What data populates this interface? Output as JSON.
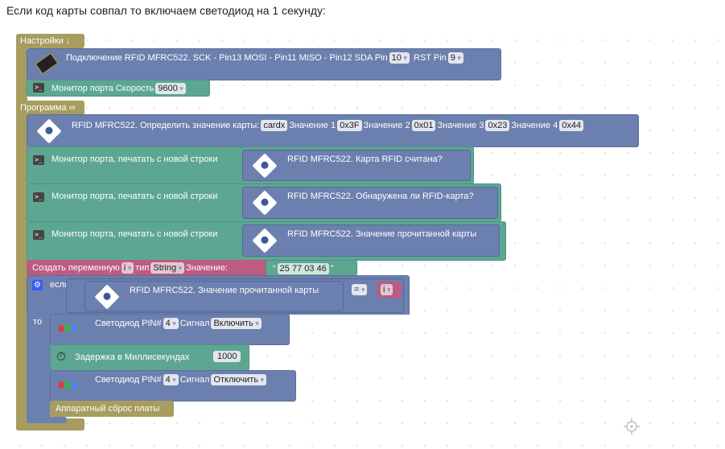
{
  "heading": "Если код карты совпал то включаем светодиод на 1 секунду:",
  "setup": {
    "label": "Настройки ↓",
    "rfid_connect": {
      "text": "Подключение RFID MFRC522.  SCK - Pin13 MOSI - Pin11 MISO - Pin12  SDA Pin",
      "sda": "10",
      "rst_label": "RST Pin",
      "rst": "9"
    },
    "serial": {
      "label": "Монитор порта   Скорость",
      "speed": "9600"
    }
  },
  "loop": {
    "label": "Программа ∞",
    "define_card": {
      "text": "RFID MFRC522.  Определить значение карты:",
      "var": "cardx",
      "v1_label": "Значение 1",
      "v1": "0x3F",
      "v2_label": "Значение 2",
      "v2": "0x01",
      "v3_label": "Значение 3",
      "v3": "0x23",
      "v4_label": "Значение 4",
      "v4": "0x44"
    },
    "prints": [
      {
        "label": "Монитор порта, печатать с новой строки",
        "inner": "RFID MFRC522.  Карта RFID считана?"
      },
      {
        "label": "Монитор порта, печатать с новой строки",
        "inner": "RFID MFRC522.  Обнаружена ли RFID-карта?"
      },
      {
        "label": "Монитор порта, печатать с новой строки",
        "inner": "RFID MFRC522.  Значение прочитанной карты"
      }
    ],
    "create_var": {
      "label": "Создать переменную",
      "var": "i",
      "type_label": "тип",
      "type": "String",
      "value_label": "Значение:",
      "value": "25 77 03 46",
      "open_quote": "“",
      "close_quote": "”"
    },
    "if_block": {
      "if_label": "если",
      "then_label": "то",
      "cond": "RFID MFRC522.  Значение прочитанной карты",
      "op": "=",
      "rhs": "i",
      "led_on": {
        "label": "Светодиод PIN#",
        "pin": "4",
        "signal_label": "Сигнал",
        "signal": "Включить"
      },
      "delay": {
        "label": "Задержка в Миллисекундах",
        "ms": "1000"
      },
      "led_off": {
        "label": "Светодиод PIN#",
        "pin": "4",
        "signal_label": "Сигнал",
        "signal": "Отключить"
      },
      "reset": "Аппаратный сброс платы"
    }
  }
}
